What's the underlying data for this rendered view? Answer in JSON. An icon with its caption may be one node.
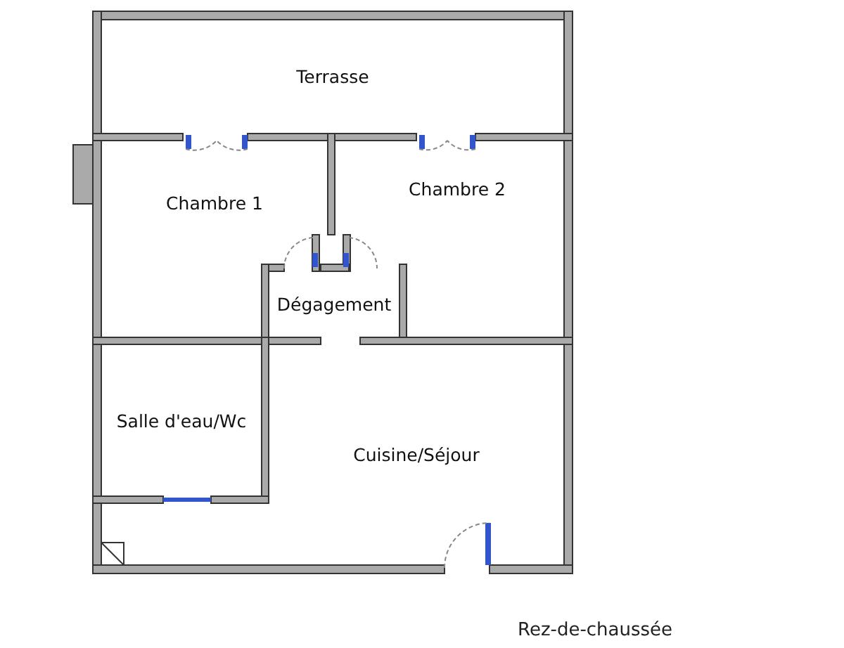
{
  "diagram": {
    "caption": "Rez-de-chaussée",
    "nodes": [
      {
        "text": [
          "Terrasse"
        ]
      },
      {
        "text": [
          "Chambre 1"
        ]
      },
      {
        "text": [
          "Chambre 2"
        ]
      },
      {
        "text": [
          "Dégagement"
        ]
      },
      {
        "text": [
          "Salle d'eau/Wc"
        ]
      },
      {
        "text": [
          "Cuisine/Séjour"
        ]
      }
    ],
    "edges": []
  }
}
